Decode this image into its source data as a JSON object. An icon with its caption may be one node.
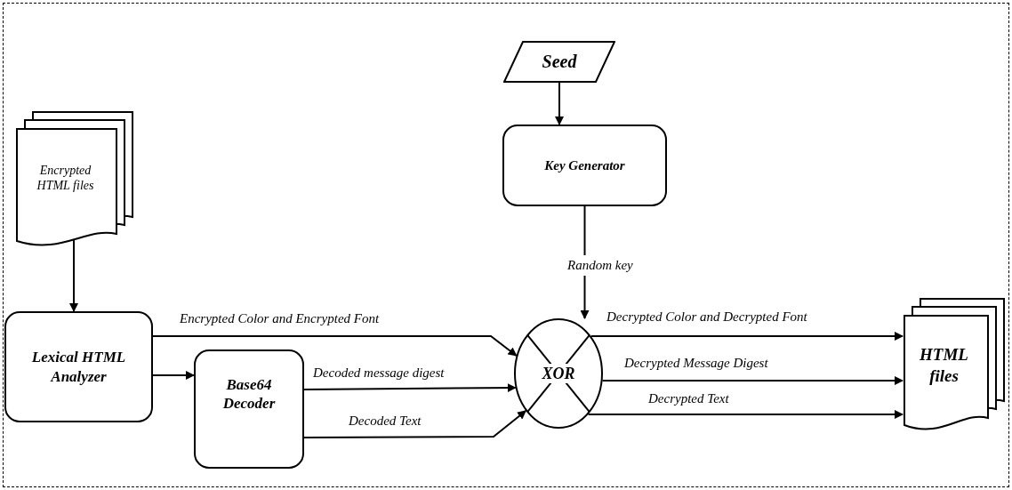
{
  "diagram": {
    "nodes": [
      {
        "text": [
          "Seed"
        ]
      },
      {
        "text": [
          "Key Generator"
        ]
      },
      {
        "text": [
          "Encrypted HTML files"
        ]
      },
      {
        "text": [
          "Lexical HTML Analyzer"
        ]
      },
      {
        "text": [
          "Base64 Decoder"
        ]
      },
      {
        "text": [
          "XOR"
        ]
      },
      {
        "text": [
          "HTML files"
        ]
      }
    ],
    "edges": [
      {
        "from": 0,
        "to": 1,
        "arrow": "to"
      },
      {
        "from": 1,
        "to": 5,
        "arrow": "to",
        "label": "Random key"
      },
      {
        "from": 2,
        "to": 3,
        "arrow": "to"
      },
      {
        "from": 3,
        "to": 5,
        "arrow": "to",
        "label": "Encrypted Color and Encrypted Font"
      },
      {
        "from": 3,
        "to": 4,
        "arrow": "to"
      },
      {
        "from": 4,
        "to": 5,
        "arrow": "to",
        "label": "Decoded message digest"
      },
      {
        "from": 4,
        "to": 5,
        "arrow": "to",
        "label": "Decoded Text"
      },
      {
        "from": 5,
        "to": 6,
        "arrow": "to",
        "label": "Decrypted Color and Decrypted Font"
      },
      {
        "from": 5,
        "to": 6,
        "arrow": "to",
        "label": "Decrypted Message Digest"
      },
      {
        "from": 5,
        "to": 6,
        "arrow": "to",
        "label": "Decrypted Text"
      }
    ]
  }
}
